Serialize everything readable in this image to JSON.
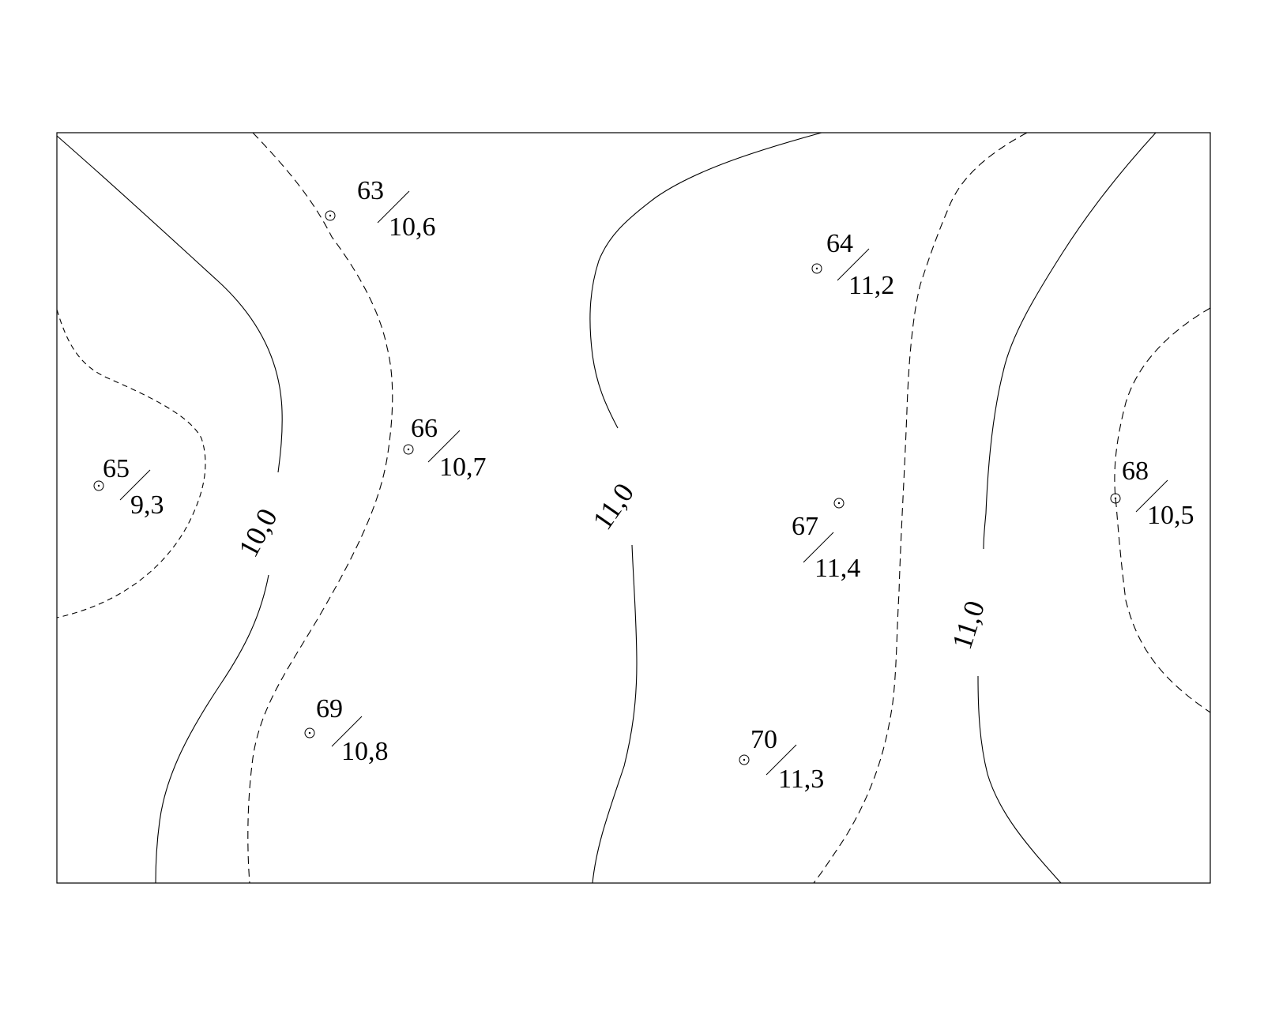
{
  "points": [
    {
      "id": "63",
      "value": "10,6"
    },
    {
      "id": "64",
      "value": "11,2"
    },
    {
      "id": "65",
      "value": "9,3"
    },
    {
      "id": "66",
      "value": "10,7"
    },
    {
      "id": "67",
      "value": "11,4"
    },
    {
      "id": "68",
      "value": "10,5"
    },
    {
      "id": "69",
      "value": "10,8"
    },
    {
      "id": "70",
      "value": "11,3"
    }
  ],
  "contour_labels": [
    {
      "text": "10,0"
    },
    {
      "text": "11,0"
    },
    {
      "text": "11,0"
    }
  ]
}
